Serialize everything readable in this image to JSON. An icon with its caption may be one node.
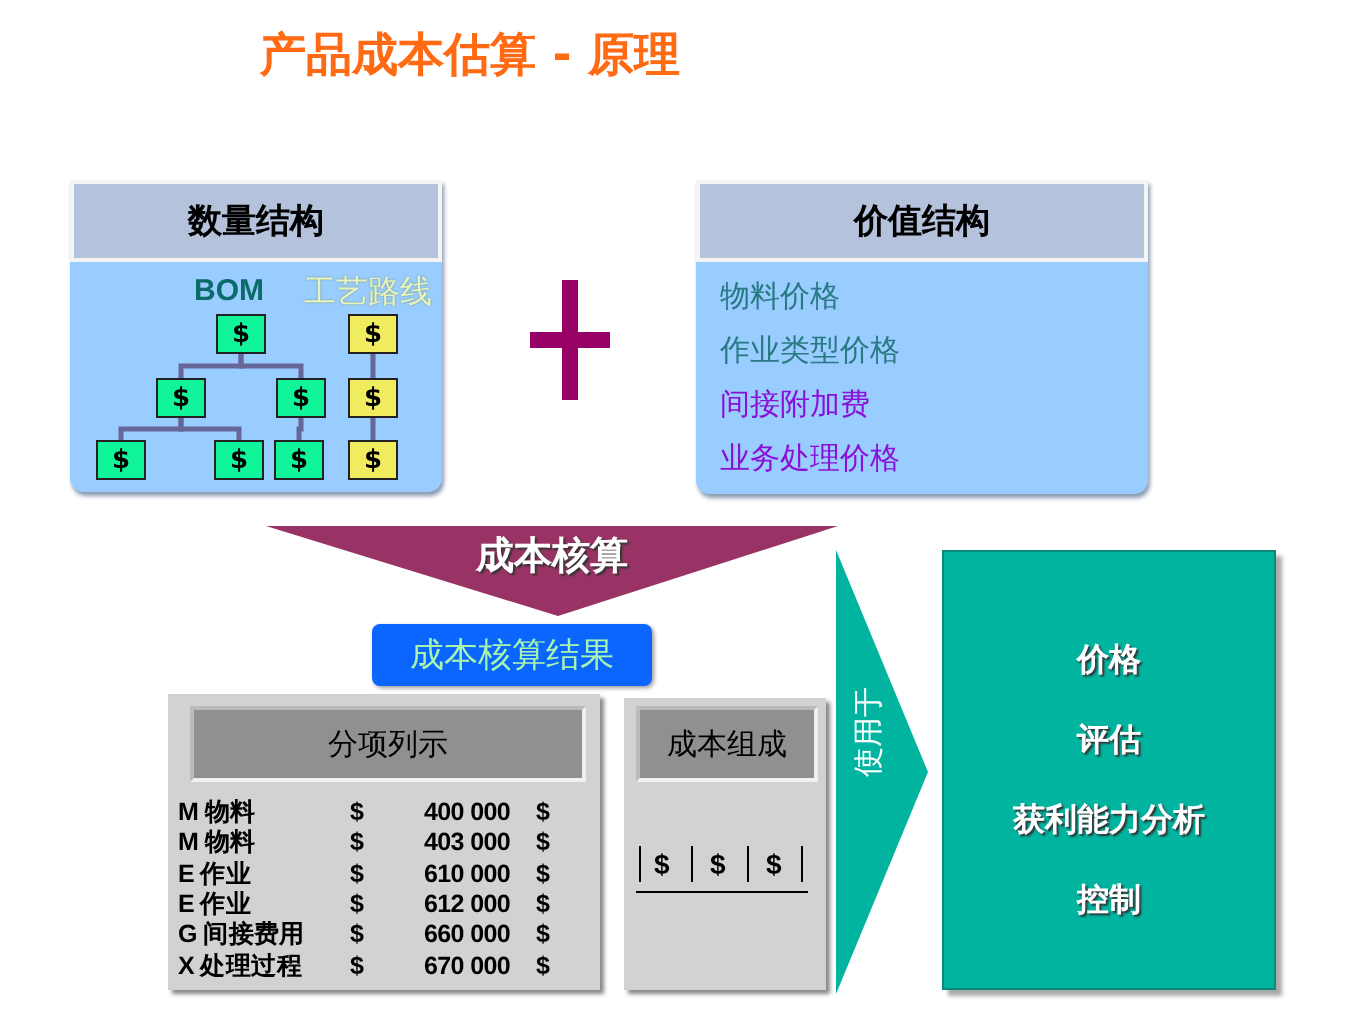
{
  "diagram": {
    "title": "产品成本估算 - 原理",
    "nodes": [
      {
        "text": [
          "数量结构",
          "BOM",
          "工艺路线"
        ]
      },
      {
        "text": [
          "$"
        ],
        "in": 0
      },
      {
        "text": [
          "$"
        ],
        "in": 0
      },
      {
        "text": [
          "$"
        ],
        "in": 0
      },
      {
        "text": [
          "$"
        ],
        "in": 0
      },
      {
        "text": [
          "$"
        ],
        "in": 0
      },
      {
        "text": [
          "$"
        ],
        "in": 0
      },
      {
        "text": [
          "$"
        ],
        "in": 0
      },
      {
        "text": [
          "$"
        ],
        "in": 0
      },
      {
        "text": [
          "$"
        ],
        "in": 0
      },
      {
        "text": [
          "价值结构",
          "物料价格",
          "作业类型价格",
          "间接附加费",
          "业务处理价格"
        ]
      },
      {
        "text": [
          "成本核算"
        ]
      },
      {
        "text": [
          "成本核算结果"
        ]
      },
      {
        "text": [
          "分项列示"
        ]
      },
      {
        "text": [
          "成本组成"
        ]
      },
      {
        "text": [
          "使用于"
        ]
      },
      {
        "text": [
          "价格",
          "评估",
          "获利能力分析",
          "控制"
        ]
      }
    ],
    "edges": [
      {
        "from": 1,
        "to": 2,
        "arrow": "none"
      },
      {
        "from": 1,
        "to": 3,
        "arrow": "none"
      },
      {
        "from": 2,
        "to": 4,
        "arrow": "none"
      },
      {
        "from": 2,
        "to": 5,
        "arrow": "none"
      },
      {
        "from": 3,
        "to": 6,
        "arrow": "none"
      },
      {
        "from": 7,
        "to": 8,
        "arrow": "none"
      },
      {
        "from": 8,
        "to": 9,
        "arrow": "none"
      }
    ],
    "labels": [
      "M 物料",
      "$",
      "400 000",
      "$",
      "M 物料",
      "$",
      "403 000",
      "$",
      "E 作业",
      "$",
      "610 000",
      "$",
      "E 作业",
      "$",
      "612 000",
      "$",
      "G 间接费用",
      "$",
      "660 000",
      "$",
      "X 处理过程",
      "$",
      "670 000",
      "$",
      "$",
      "$",
      "$"
    ]
  }
}
